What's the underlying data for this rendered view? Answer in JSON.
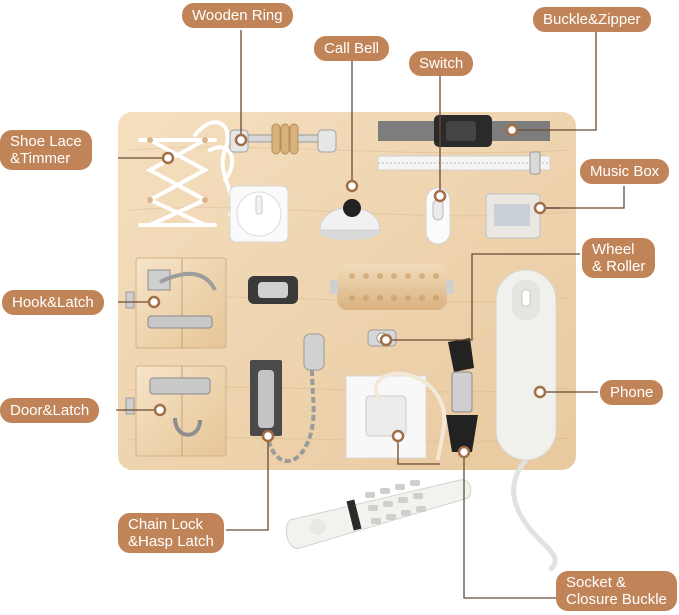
{
  "labels": {
    "wooden_ring": "Wooden Ring",
    "call_bell": "Call Bell",
    "switch": "Switch",
    "buckle_zipper": "Buckle&Zipper",
    "shoe_lace_line1": "Shoe Lace",
    "shoe_lace_line2": "&Timmer",
    "music_box": "Music Box",
    "wheel_roller_line1": "Wheel",
    "wheel_roller_line2": "& Roller",
    "hook_latch": "Hook&Latch",
    "phone": "Phone",
    "door_latch": "Door&Latch",
    "chain_lock_line1": "Chain Lock",
    "chain_lock_line2": "&Hasp Latch",
    "socket_line1": "Socket &",
    "socket_line2": "Closure Buckle"
  },
  "colors": {
    "label_bg": "#c08458",
    "label_text": "#ffffff",
    "board": "#f0d7b3",
    "leader_line": "#6b4a33"
  },
  "icons": {
    "dot": "callout-dot-icon"
  }
}
